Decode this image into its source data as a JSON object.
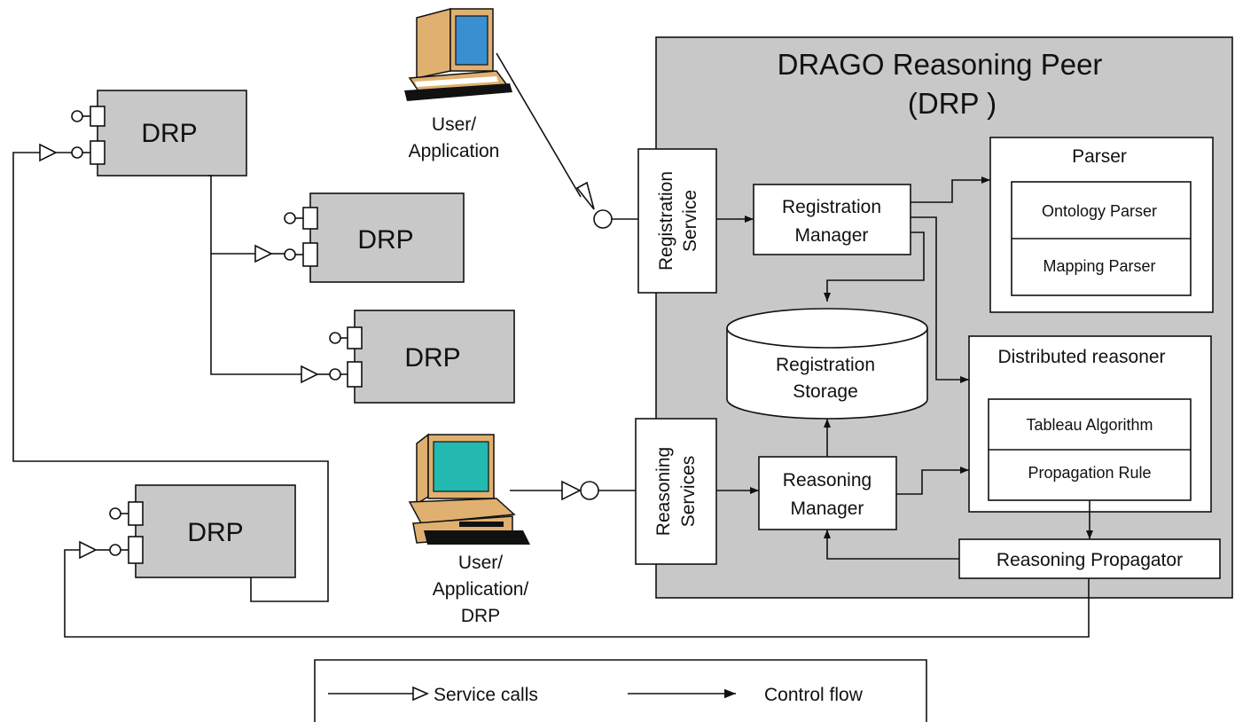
{
  "peer": {
    "title_line1": "DRAGO  Reasoning Peer",
    "title_line2": "(DRP )"
  },
  "remote_peers": [
    {
      "label": "DRP"
    },
    {
      "label": "DRP"
    },
    {
      "label": "DRP"
    },
    {
      "label": "DRP"
    }
  ],
  "clients": [
    {
      "lines": [
        "User/",
        "Application"
      ],
      "icon": "computer-icon"
    },
    {
      "lines": [
        "User/",
        "Application/",
        "DRP"
      ],
      "icon": "computer-icon"
    }
  ],
  "services": {
    "registration": [
      "Registration",
      "Service"
    ],
    "reasoning": [
      "Reasoning",
      "Services"
    ]
  },
  "components": {
    "registration_manager": [
      "Registration",
      "Manager"
    ],
    "reasoning_manager": [
      "Reasoning",
      "Manager"
    ],
    "storage": [
      "Registration",
      "Storage"
    ],
    "parser": {
      "title": "Parser",
      "items": [
        "Ontology Parser",
        "Mapping Parser"
      ]
    },
    "reasoner": {
      "title": "Distributed reasoner",
      "items": [
        "Tableau Algorithm",
        "Propagation Rule"
      ]
    },
    "propagator": "Reasoning Propagator"
  },
  "legend": {
    "service_calls": "Service calls",
    "control_flow": "Control flow"
  },
  "colors": {
    "peer_bg": "#c8c8c8",
    "drp_bg": "#c8c8c8",
    "screen1": "#3a8fd0",
    "screen2": "#23b8b0",
    "cpu": "#e0b070"
  }
}
